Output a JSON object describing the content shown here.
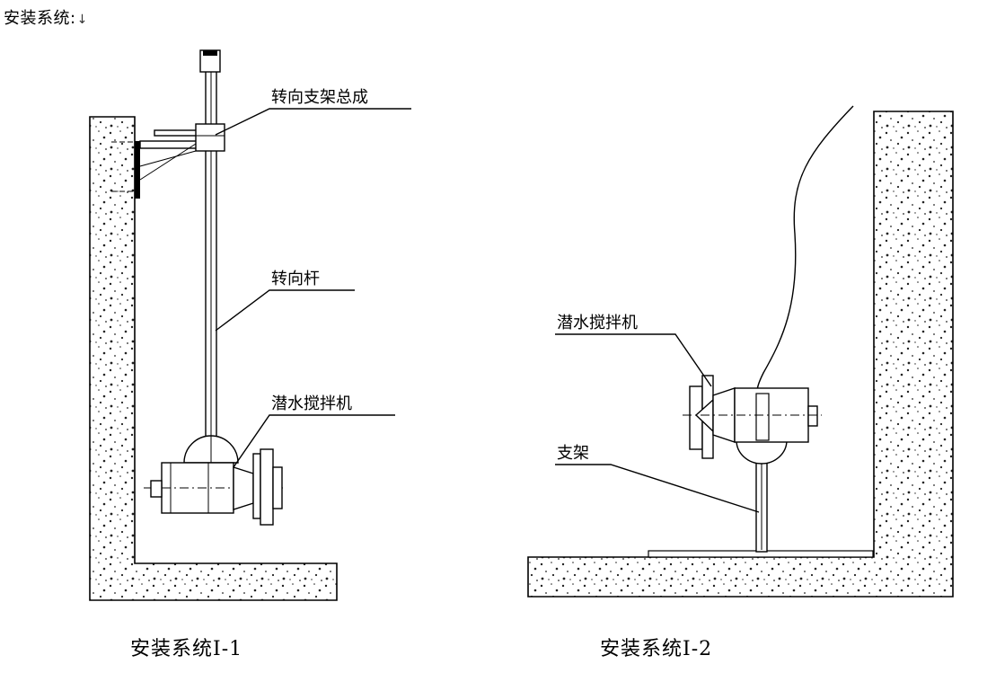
{
  "header": {
    "title": "安装系统:",
    "mark": "↓"
  },
  "labels": {
    "turn_bracket_assembly": "转向支架总成",
    "turn_rod": "转向杆",
    "mixer_left": "潜水搅拌机",
    "mixer_right": "潜水搅拌机",
    "bracket": "支架"
  },
  "captions": {
    "left": "安装系统Ⅰ-1",
    "right": "安装系统Ⅰ-2"
  }
}
